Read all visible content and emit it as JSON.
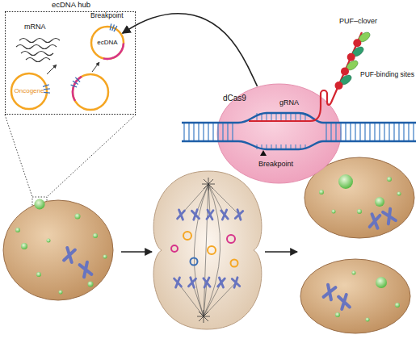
{
  "diagram": {
    "nodes": [
      {
        "text": [
          "ecDNA hub"
        ]
      },
      {
        "text": [
          "ecDNA"
        ],
        "in": 0
      },
      {
        "text": [
          "Oncogene"
        ],
        "in": 0
      },
      {
        "text": [
          "dCas9",
          "gRNA",
          "Breakpoint"
        ]
      }
    ],
    "edges": [
      {
        "from": 3,
        "to": 1,
        "arrow": "to"
      }
    ],
    "labels": [
      "mRNA",
      "Breakpoint",
      "PUF–clover",
      "PUF-binding sites"
    ]
  }
}
